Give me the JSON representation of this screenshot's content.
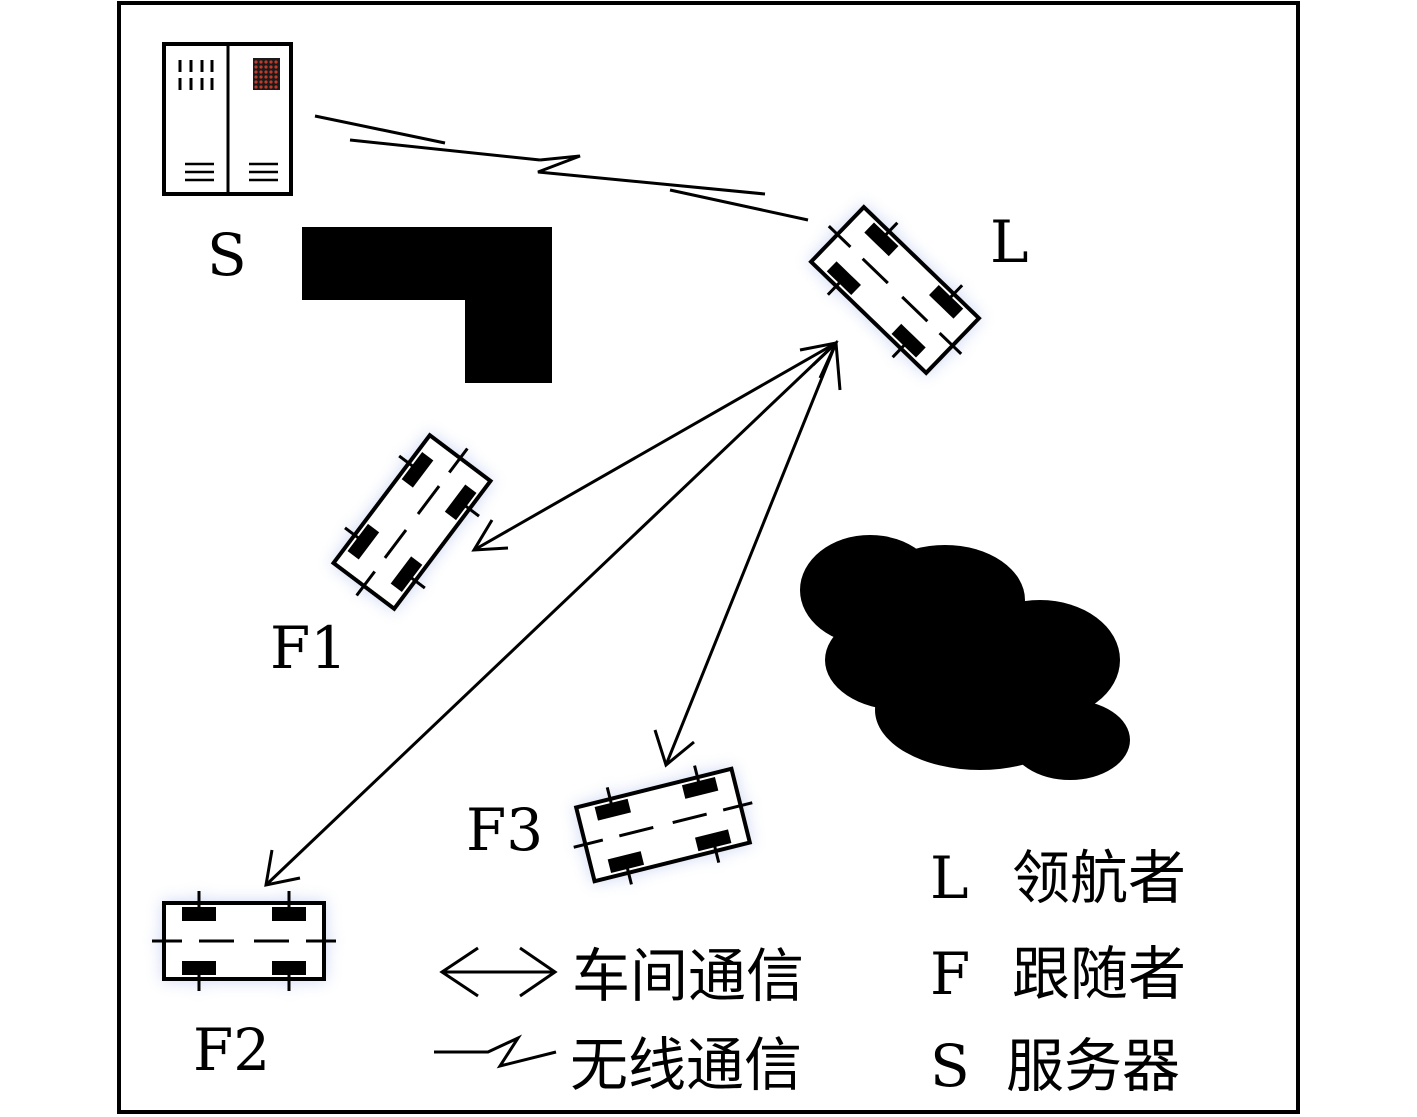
{
  "nodes": {
    "server": {
      "label": "S"
    },
    "leader": {
      "label": "L"
    },
    "f1": {
      "label": "F1"
    },
    "f2": {
      "label": "F2"
    },
    "f3": {
      "label": "F3"
    }
  },
  "legend": {
    "links": [
      {
        "symbol": "double-arrow",
        "text": "车间通信"
      },
      {
        "symbol": "lightning-line",
        "text": "无线通信"
      }
    ],
    "roles": [
      {
        "key": "L",
        "text": "领航者"
      },
      {
        "key": "F",
        "text": "跟随者"
      },
      {
        "key": "S",
        "text": "服务器"
      }
    ]
  },
  "colors": {
    "stroke": "#000000",
    "obstacle": "#000000",
    "server_led": "#c0392b",
    "car_glow": "#b8c6f0"
  }
}
